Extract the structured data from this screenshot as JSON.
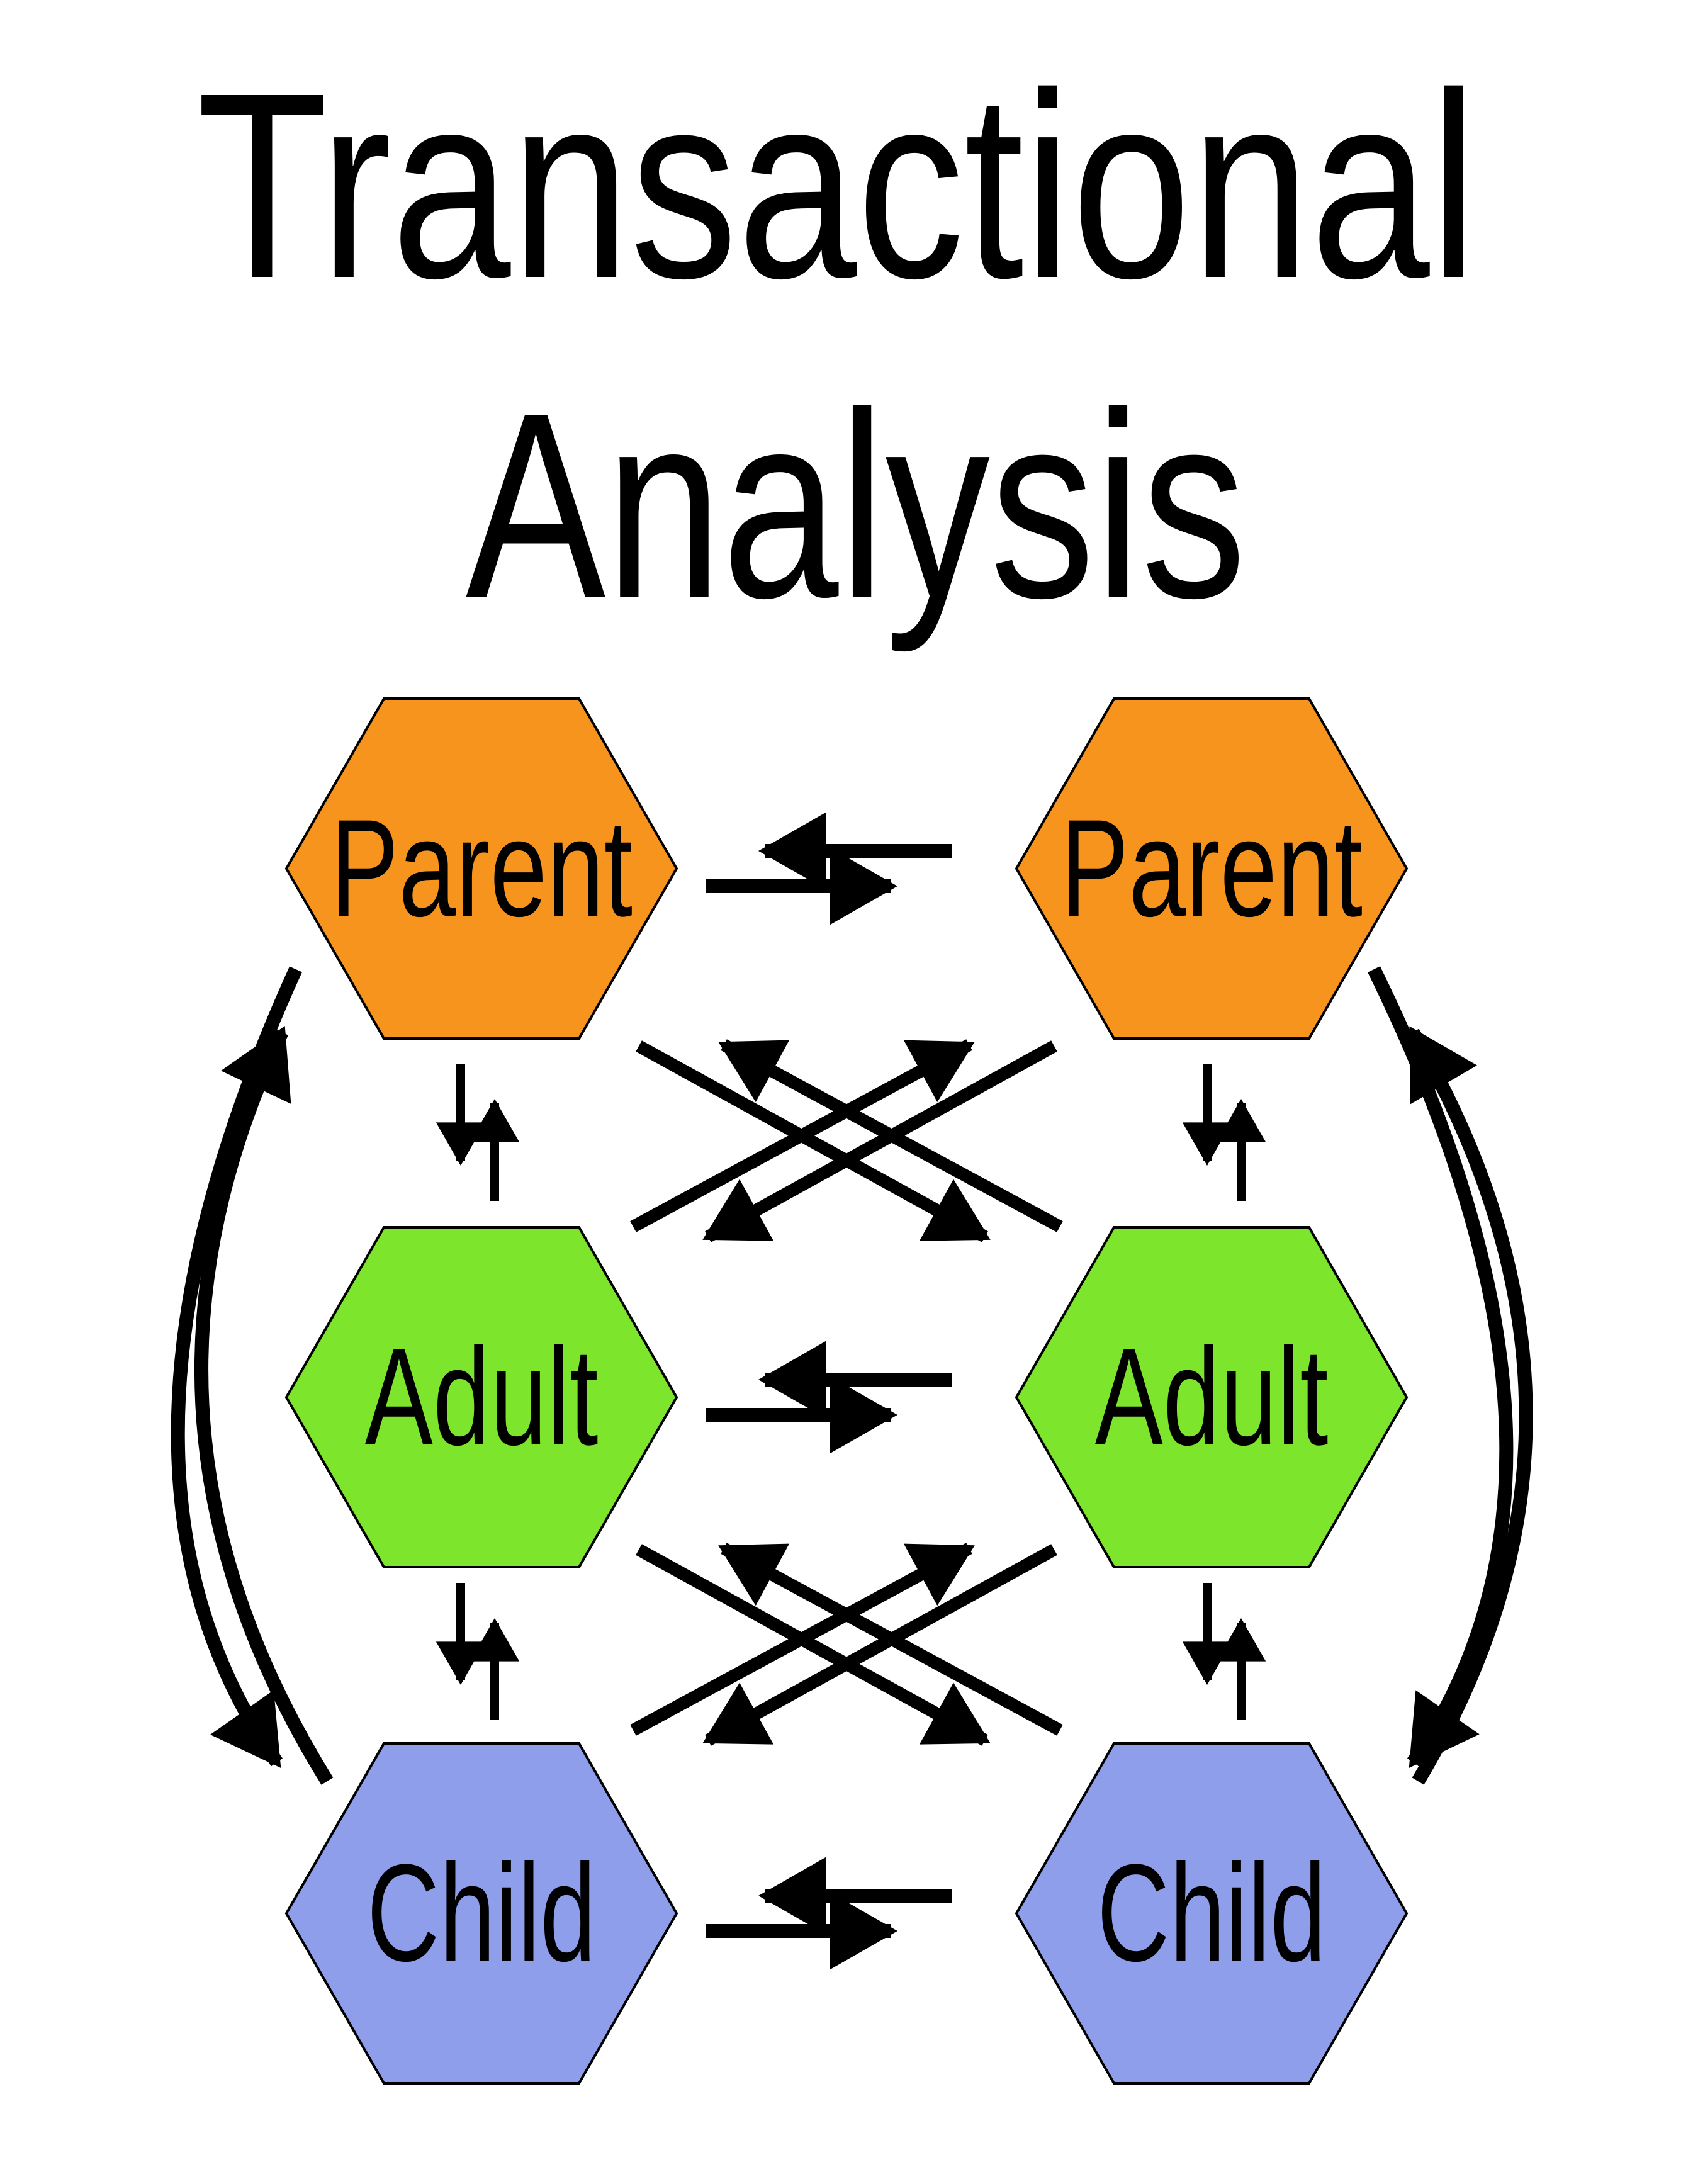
{
  "title": {
    "line1": "Transactional",
    "line2": "Analysis"
  },
  "nodes": {
    "left": [
      {
        "id": "parent-left",
        "label": "Parent",
        "color_key": "parent"
      },
      {
        "id": "adult-left",
        "label": "Adult",
        "color_key": "adult"
      },
      {
        "id": "child-left",
        "label": "Child",
        "color_key": "child"
      }
    ],
    "right": [
      {
        "id": "parent-right",
        "label": "Parent",
        "color_key": "parent"
      },
      {
        "id": "adult-right",
        "label": "Adult",
        "color_key": "adult"
      },
      {
        "id": "child-right",
        "label": "Child",
        "color_key": "child"
      }
    ]
  },
  "relationships": [
    {
      "from": "parent-left",
      "to": "parent-right",
      "type": "bidirectional",
      "style": "horizontal-pair"
    },
    {
      "from": "adult-left",
      "to": "adult-right",
      "type": "bidirectional",
      "style": "horizontal-pair"
    },
    {
      "from": "child-left",
      "to": "child-right",
      "type": "bidirectional",
      "style": "horizontal-pair"
    },
    {
      "from": "parent-left",
      "to": "adult-left",
      "type": "bidirectional",
      "style": "vertical-pair"
    },
    {
      "from": "parent-right",
      "to": "adult-right",
      "type": "bidirectional",
      "style": "vertical-pair"
    },
    {
      "from": "adult-left",
      "to": "child-left",
      "type": "bidirectional",
      "style": "vertical-pair"
    },
    {
      "from": "adult-right",
      "to": "child-right",
      "type": "bidirectional",
      "style": "vertical-pair"
    },
    {
      "from": "parent-left",
      "to": "adult-right",
      "type": "bidirectional",
      "style": "diagonal-crossed-pair"
    },
    {
      "from": "parent-right",
      "to": "adult-left",
      "type": "bidirectional",
      "style": "diagonal-crossed-pair"
    },
    {
      "from": "adult-left",
      "to": "child-right",
      "type": "bidirectional",
      "style": "diagonal-crossed-pair"
    },
    {
      "from": "adult-right",
      "to": "child-left",
      "type": "bidirectional",
      "style": "diagonal-crossed-pair"
    },
    {
      "from": "parent-left",
      "to": "child-left",
      "type": "bidirectional",
      "style": "outer-arc-pair"
    },
    {
      "from": "parent-right",
      "to": "child-right",
      "type": "bidirectional",
      "style": "outer-arc-pair"
    }
  ],
  "colors": {
    "parent": "#F7941E",
    "adult": "#7DE52C",
    "child": "#8F9EEA",
    "arrow": "#000000",
    "node_border": "#000000",
    "background": "#FFFFFF",
    "title_text": "#000000"
  }
}
